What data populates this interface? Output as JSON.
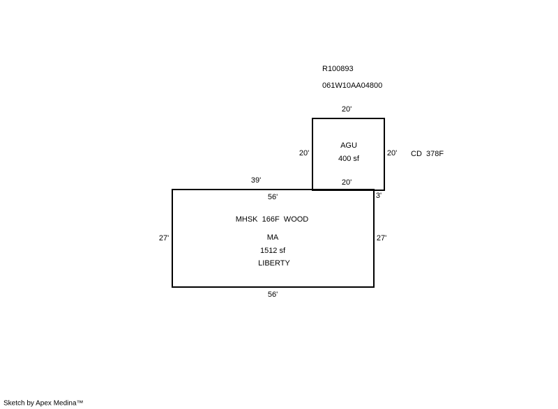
{
  "header": {
    "record_id": "R100893",
    "parcel_id": "061W10AA04800"
  },
  "agu": {
    "label": "AGU",
    "area": "400 sf",
    "dim_top": "20'",
    "dim_left": "20'",
    "dim_right": "20'",
    "dim_bottom": "20'"
  },
  "side_note": "CD  378F",
  "main": {
    "line1": "MHSK  166F  WOOD",
    "line2": "MA",
    "area": "1512 sf",
    "line3": "LIBERTY",
    "dim_top_left": "39'",
    "dim_top": "56'",
    "dim_step": "3'",
    "dim_left": "27'",
    "dim_right": "27'",
    "dim_bottom": "56'"
  },
  "footer": "Sketch by Apex Medina™"
}
